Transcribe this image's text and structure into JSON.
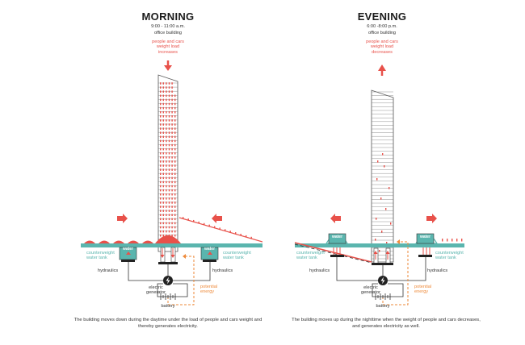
{
  "colors": {
    "accent_red": "#e8514a",
    "water_teal": "#5ab5ae",
    "energy_orange": "#ee8a3a",
    "outline": "#333333"
  },
  "morning": {
    "title": "MORNING",
    "time": "9:00 - 11:00 a.m.",
    "building_type": "office building",
    "load_note": [
      "people and cars",
      "weight load",
      "increases"
    ],
    "tank_label_left": "water",
    "tank_label_right": "water",
    "counterweight_left": [
      "counterweight",
      "water tank"
    ],
    "counterweight_right": [
      "counterweight",
      "water tank"
    ],
    "hydraulics_left": "hydraulics",
    "hydraulics_right": "hydraulics",
    "generator": [
      "electric",
      "generator"
    ],
    "potential_energy": [
      "potential",
      "energy"
    ],
    "battery": "battery",
    "caption": "The building moves down during the daytime under the load of people and cars weight and thereby generates electricity."
  },
  "evening": {
    "title": "EVENING",
    "time": "6:00 -8:00 p.m.",
    "building_type": "office building",
    "load_note": [
      "people and cars",
      "weight load",
      "decreases"
    ],
    "tank_label_left": "water",
    "tank_label_right": "water",
    "counterweight_left": [
      "counterweight",
      "water tank"
    ],
    "counterweight_right": [
      "counterweight",
      "water tank"
    ],
    "hydraulics_left": "hydraulics",
    "hydraulics_right": "hydraulics",
    "generator": [
      "electric",
      "generator"
    ],
    "potential_energy": [
      "potential",
      "energy"
    ],
    "battery": "battery",
    "caption": "The building moves up during the nighttime when the weight of people and cars decreases, and generates electricity as well."
  }
}
